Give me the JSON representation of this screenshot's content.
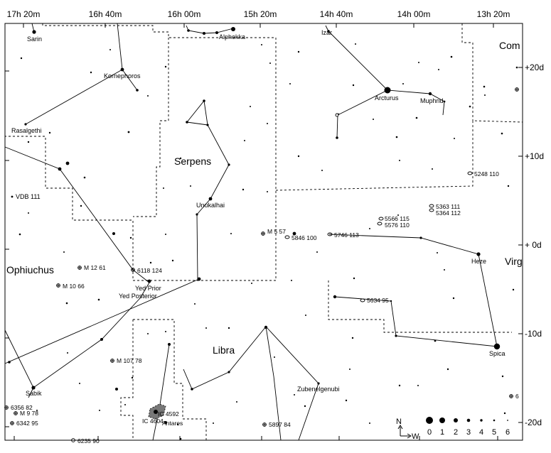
{
  "ra_axis": {
    "labels": [
      "17h 20m",
      "16h 40m",
      "16h 00m",
      "15h 20m",
      "14h 40m",
      "14h 00m",
      "13h 20m"
    ]
  },
  "dec_axis": {
    "labels": [
      "+20d",
      "+10d",
      "+ 0d",
      "-10d",
      "-20d"
    ]
  },
  "constellations": {
    "serpens": "Serpens",
    "libra": "Libra",
    "ophiuchus": "Ophiuchus",
    "com": "Com",
    "virgo": "Virg"
  },
  "star_names": {
    "sarin": "Sarin",
    "alphekka": "Alphekka",
    "izar": "Izar",
    "kornephoros": "Kornephoros",
    "rasalgethi": "Rasalgethi",
    "arcturus": "Arcturus",
    "muphrid": "Muphrid",
    "unukalhai": "Unukalhai",
    "heze": "Heze",
    "spica": "Spica",
    "yed_prior": "Yed Prior",
    "yed_posterior": "Yed Posterior",
    "sabik": "Sabik",
    "zubenelgenubi": "Zubenelgenubi",
    "vdb": "VDB 111"
  },
  "deep_sky": {
    "ngc5248": "5248 110",
    "ngc5363": "5363 111",
    "ngc5364": "5364 112",
    "ngc5566": "5566 115",
    "ngc5576": "5576 110",
    "m5": "M 5 57",
    "ngc5846": "5846 100",
    "ngc5746": "5746 113",
    "m12": "M 12 61",
    "ngc6118": "6118 124",
    "m10": "M 10 66",
    "ngc5634": "5634 95",
    "m107": "M 107 78",
    "ngc6356": "6356 82",
    "m9": "M 9 78",
    "ngc6342": "6342 95",
    "ic4592": "IC 4592",
    "ic4604": "IC 4604",
    "antares": "Antares",
    "ngc5897": "5897 84",
    "ngc6235": "6235 90",
    "ngc_edge": "6"
  },
  "legend": {
    "compass_n": "N",
    "compass_w": "W",
    "magnitudes": [
      "0",
      "1",
      "2",
      "3",
      "4",
      "5",
      "6"
    ]
  }
}
